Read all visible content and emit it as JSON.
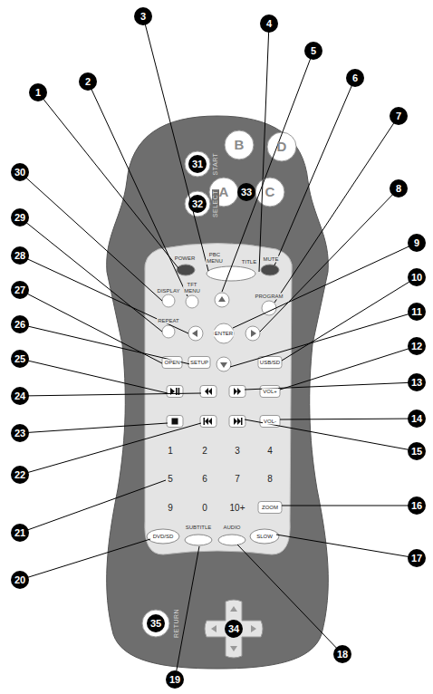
{
  "diagram": {
    "labels": [
      "1",
      "2",
      "3",
      "4",
      "5",
      "6",
      "7",
      "8",
      "9",
      "10",
      "11",
      "12",
      "13",
      "14",
      "15",
      "16",
      "17",
      "18",
      "19",
      "20",
      "21",
      "22",
      "23",
      "24",
      "25",
      "26",
      "27",
      "28",
      "29",
      "30",
      "31",
      "32",
      "33",
      "34",
      "35",
      "START",
      "SELECT",
      "B",
      "D",
      "A",
      "C",
      "POWER",
      "PBC MENU",
      "TITLE",
      "MUTE",
      "DISPLAY",
      "TFT MENU",
      "PROGRAM",
      "REPEAT",
      "ENTER",
      "OPEN",
      "SETUP",
      "USB/SD",
      "VOL+",
      "VOL-",
      "1",
      "2",
      "3",
      "4",
      "5",
      "6",
      "7",
      "8",
      "9",
      "0",
      "10+",
      "ZOOM",
      "DVD/SD",
      "SUBTITLE",
      "AUDIO",
      "SLOW",
      "RETURN"
    ]
  }
}
